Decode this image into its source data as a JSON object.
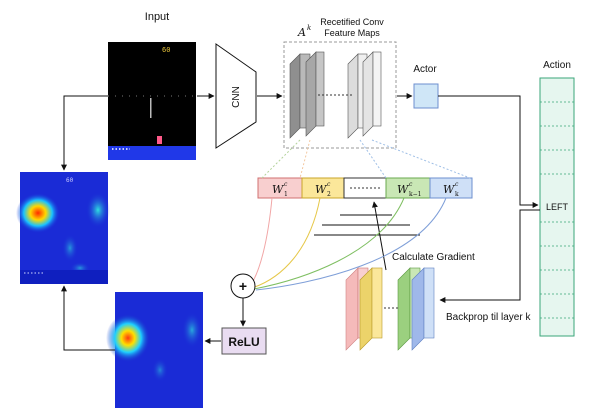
{
  "labels": {
    "input": "Input",
    "a_base": "A",
    "a_sup": "k",
    "rect_conv_1": "Recetified Conv",
    "rect_conv_2": "Feature Maps",
    "actor": "Actor",
    "action": "Action",
    "cnn": "CNN",
    "left": "LEFT",
    "calc_gradient": "Calculate Gradient",
    "backprop": "Backprop til layer k",
    "relu": "ReLU",
    "plus": "+",
    "game_score": "60"
  },
  "weights": [
    {
      "base": "W",
      "sup": "c",
      "sub": "1",
      "color": "#f8cfcf",
      "stroke": "#d07070"
    },
    {
      "base": "W",
      "sup": "c",
      "sub": "2",
      "color": "#fbe79a",
      "stroke": "#c9a42a"
    },
    {
      "base": "",
      "sup": "",
      "sub": "",
      "color": "#ffffff",
      "stroke": "#333333"
    },
    {
      "base": "W",
      "sup": "c",
      "sub": "k−1",
      "color": "#c9e7b5",
      "stroke": "#6aa84f"
    },
    {
      "base": "W",
      "sup": "c",
      "sub": "k",
      "color": "#cfe0f7",
      "stroke": "#6d8fcf"
    }
  ],
  "colors": {
    "actor": "#cfe6f7",
    "action_bar": "#e6f6ef",
    "relu": "#e9dcf1",
    "feature_map": "#b9b9b9",
    "feature_map_light": "#e8e8e8"
  }
}
